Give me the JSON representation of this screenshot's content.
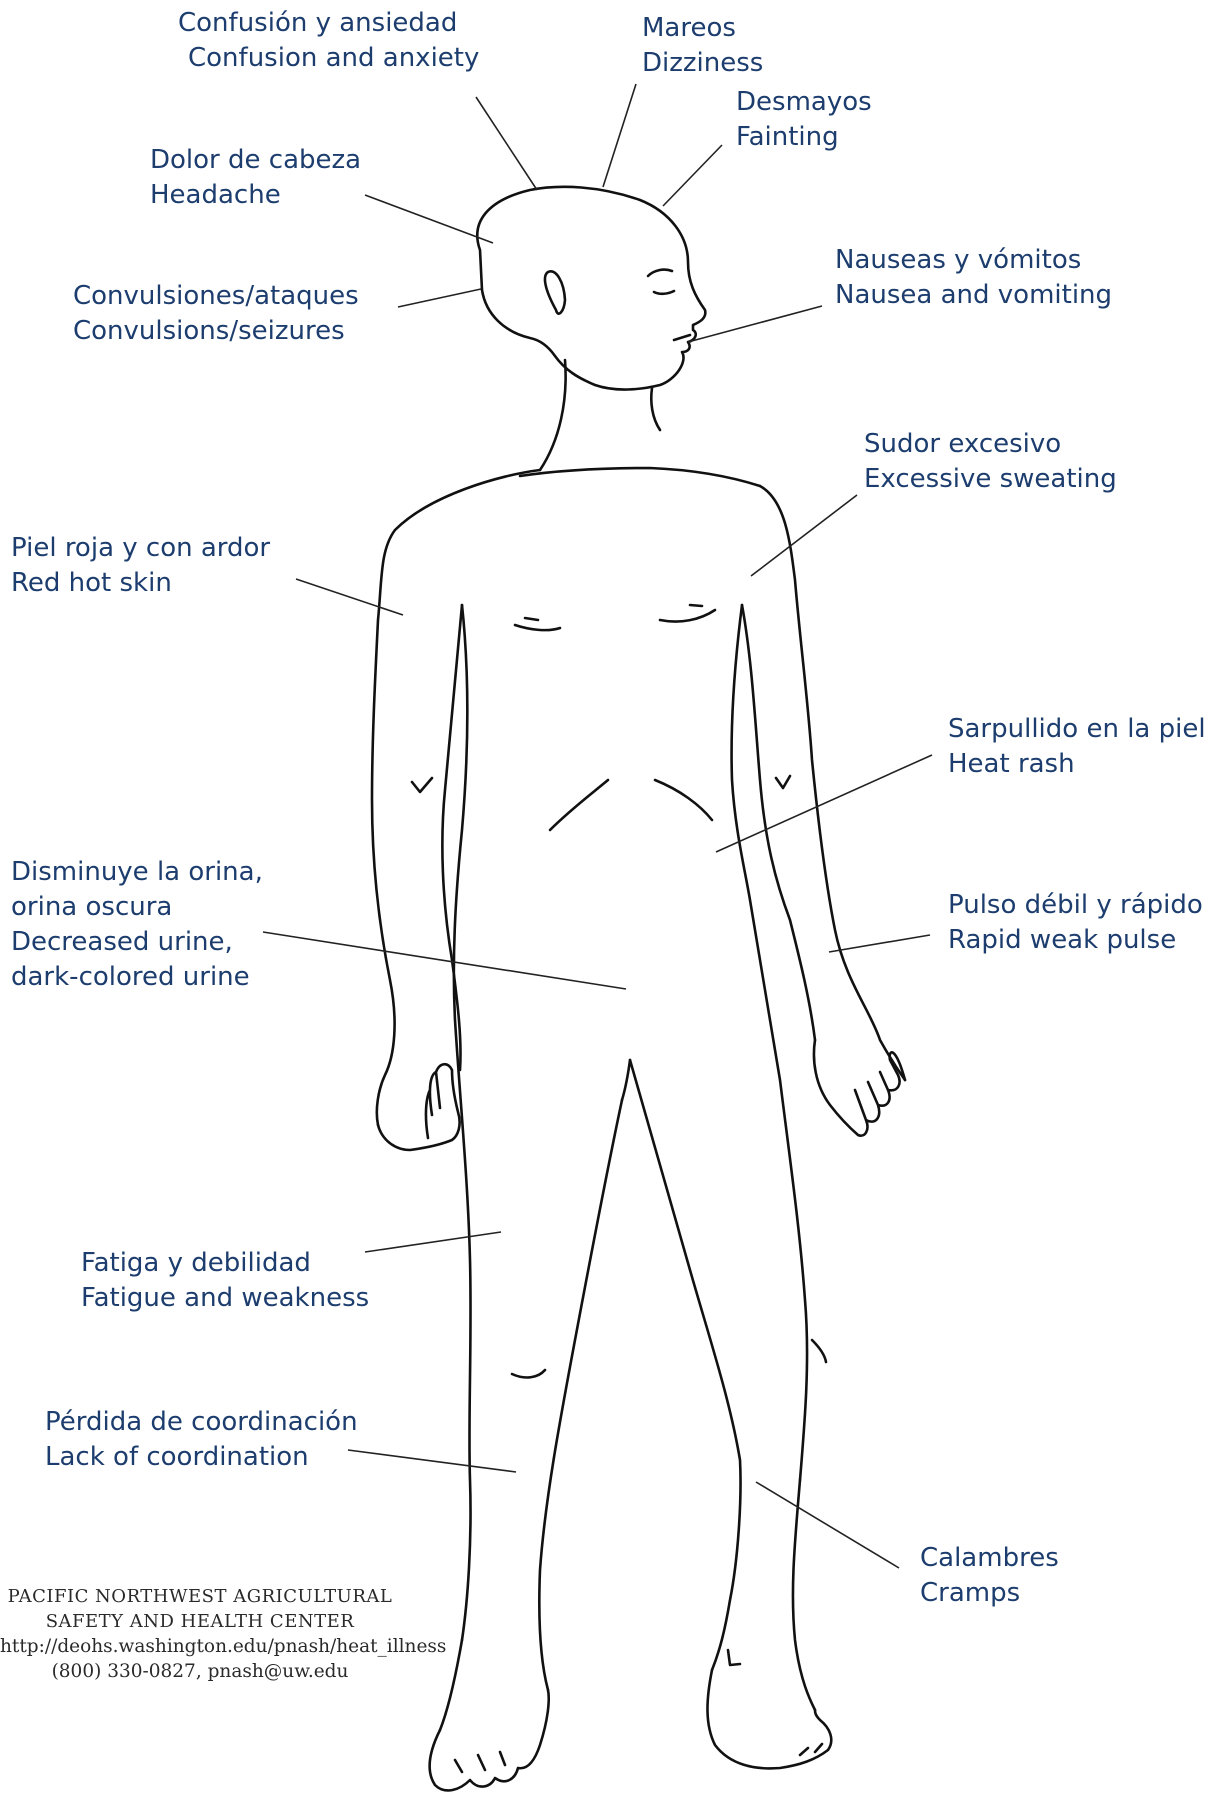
{
  "labels": {
    "confusion": {
      "es": "Confusión y ansiedad",
      "en": "Confusion and anxiety"
    },
    "dizziness": {
      "es": "Mareos",
      "en": "Dizziness"
    },
    "fainting": {
      "es": "Desmayos",
      "en": "Fainting"
    },
    "headache": {
      "es": "Dolor de cabeza",
      "en": "Headache"
    },
    "nausea": {
      "es": "Nauseas y vómitos",
      "en": "Nausea and vomiting"
    },
    "convulsions": {
      "es": "Convulsiones/ataques",
      "en": "Convulsions/seizures"
    },
    "sweating": {
      "es": "Sudor excesivo",
      "en": "Excessive sweating"
    },
    "red_skin": {
      "es": "Piel roja y con ardor",
      "en": "Red hot skin"
    },
    "heat_rash": {
      "es": "Sarpullido en la piel",
      "en": "Heat rash"
    },
    "urine": {
      "es_1": "Disminuye la orina,",
      "es_2": "orina oscura",
      "en_1": "Decreased urine,",
      "en_2": "dark-colored urine"
    },
    "pulse": {
      "es": "Pulso débil y rápido",
      "en": "Rapid weak pulse"
    },
    "fatigue": {
      "es": "Fatiga y debilidad",
      "en": "Fatigue and weakness"
    },
    "coordination": {
      "es": "Pérdida de coordinación",
      "en": "Lack of coordination"
    },
    "cramps": {
      "es": "Calambres",
      "en": "Cramps"
    }
  },
  "credit": {
    "line1": "PACIFIC NORTHWEST AGRICULTURAL",
    "line2": "SAFETY AND HEALTH CENTER",
    "line3": "http://deohs.washington.edu/pnash/heat_illness",
    "line4": "(800) 330-0827, pnash@uw.edu"
  },
  "colors": {
    "label_text": "#1c3d6e",
    "outline": "#111111",
    "background": "#ffffff"
  }
}
